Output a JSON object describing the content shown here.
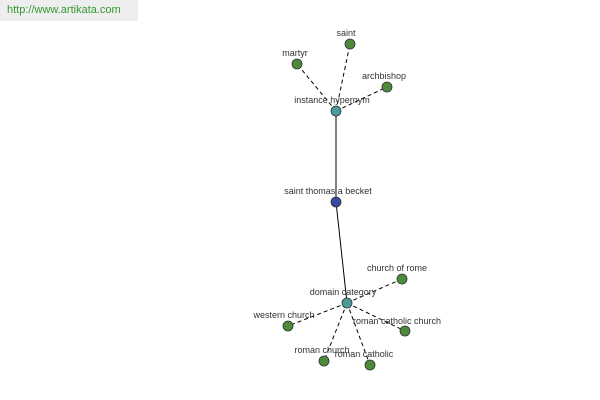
{
  "banner": {
    "url": "http://www.artikata.com"
  },
  "colors": {
    "leaf": "#4e8a3c",
    "hub": "#4a9a9a",
    "center": "#3a4aa0",
    "banner_text": "#339933"
  },
  "graph": {
    "nodes": [
      {
        "id": "saint-thomas-a-becket",
        "label": "saint thomas a becket",
        "kind": "center"
      },
      {
        "id": "instance-hypernym",
        "label": "instance hypernym",
        "kind": "hub"
      },
      {
        "id": "domain-category",
        "label": "domain category",
        "kind": "hub"
      },
      {
        "id": "saint",
        "label": "saint",
        "kind": "leaf"
      },
      {
        "id": "martyr",
        "label": "martyr",
        "kind": "leaf"
      },
      {
        "id": "archbishop",
        "label": "archbishop",
        "kind": "leaf"
      },
      {
        "id": "church-of-rome",
        "label": "church of rome",
        "kind": "leaf"
      },
      {
        "id": "western-church",
        "label": "western church",
        "kind": "leaf"
      },
      {
        "id": "roman-catholic-church",
        "label": "roman catholic church",
        "kind": "leaf"
      },
      {
        "id": "roman-church",
        "label": "roman church",
        "kind": "leaf"
      },
      {
        "id": "roman-catholic",
        "label": "roman catholic",
        "kind": "leaf"
      }
    ],
    "edges": [
      {
        "from": "instance-hypernym",
        "to": "saint-thomas-a-becket",
        "style": "solid"
      },
      {
        "from": "saint-thomas-a-becket",
        "to": "domain-category",
        "style": "solid"
      },
      {
        "from": "instance-hypernym",
        "to": "saint",
        "style": "dashed"
      },
      {
        "from": "instance-hypernym",
        "to": "martyr",
        "style": "dashed"
      },
      {
        "from": "instance-hypernym",
        "to": "archbishop",
        "style": "dashed"
      },
      {
        "from": "domain-category",
        "to": "church-of-rome",
        "style": "dashed"
      },
      {
        "from": "domain-category",
        "to": "western-church",
        "style": "dashed"
      },
      {
        "from": "domain-category",
        "to": "roman-catholic-church",
        "style": "dashed"
      },
      {
        "from": "domain-category",
        "to": "roman-church",
        "style": "dashed"
      },
      {
        "from": "domain-category",
        "to": "roman-catholic",
        "style": "dashed"
      }
    ]
  }
}
